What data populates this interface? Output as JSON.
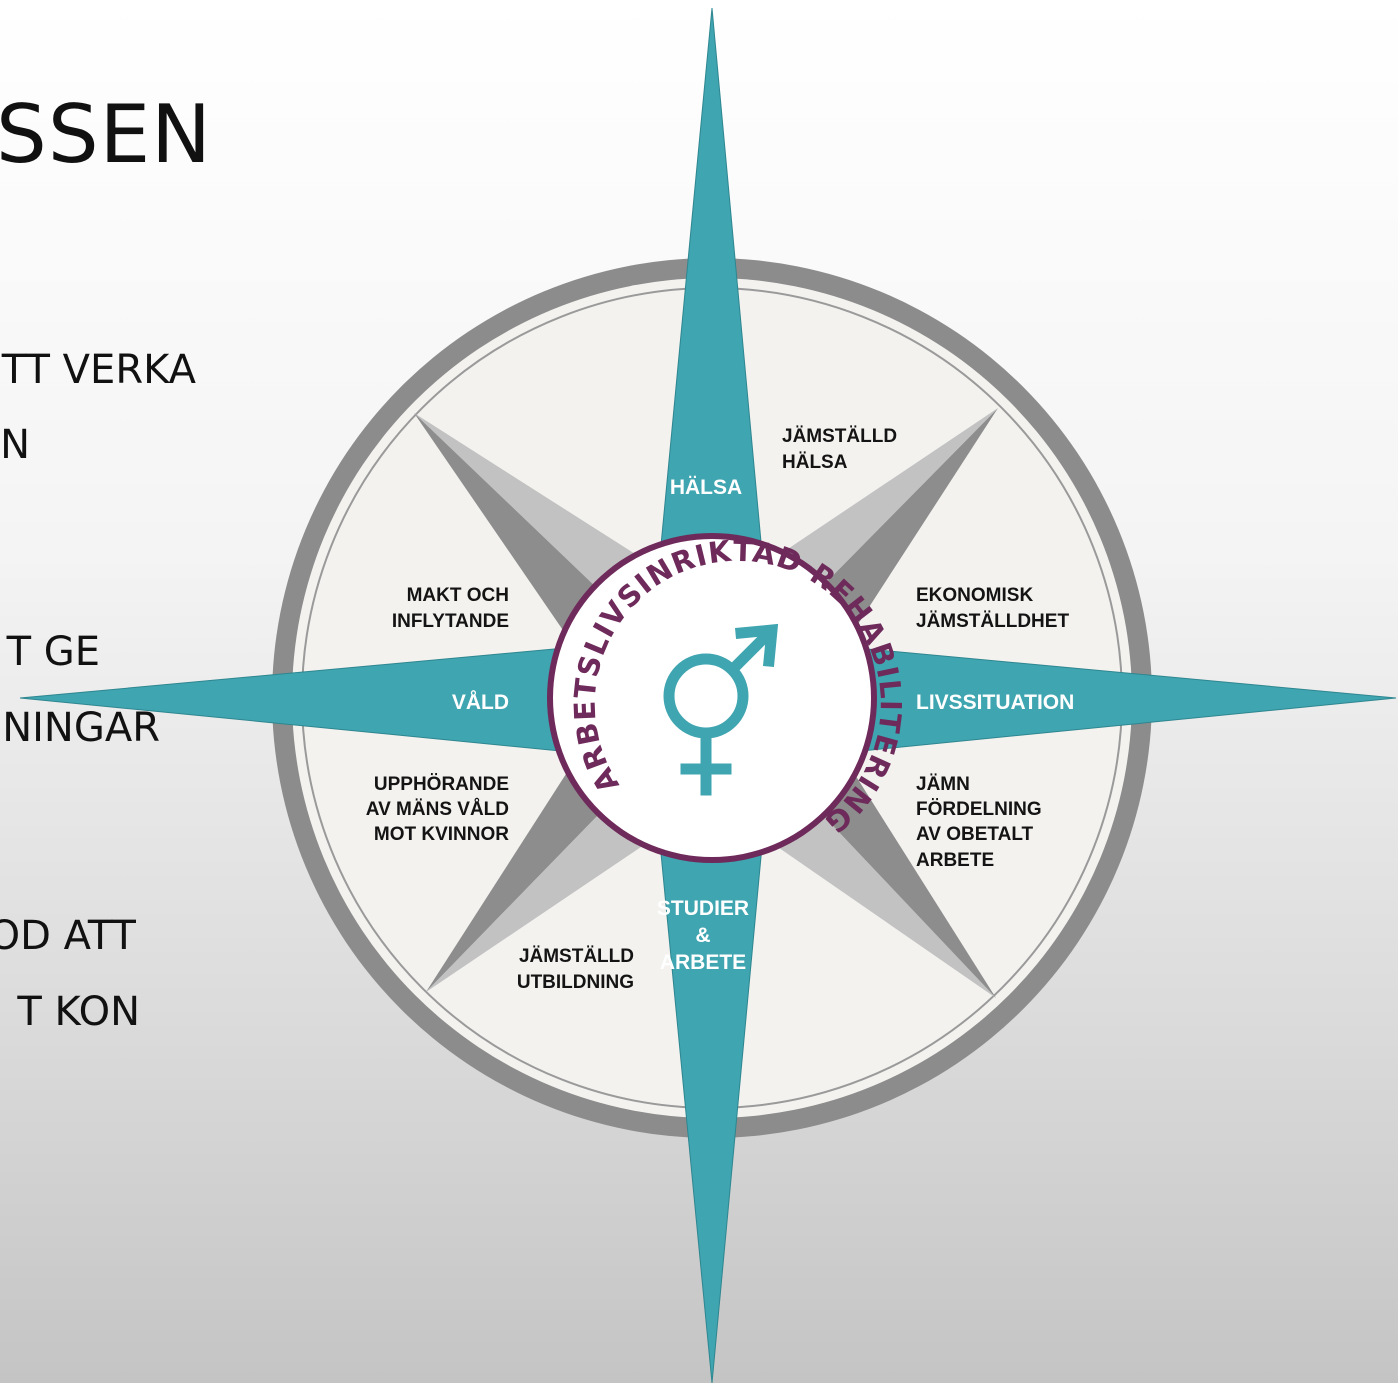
{
  "slide": {
    "title": "ASSEN",
    "lines": [
      {
        "text": "TT VERKA"
      },
      {
        "text": "N"
      },
      {
        "text": "T GE"
      },
      {
        "text": "NINGAR"
      },
      {
        "text": "ÖD ATT"
      },
      {
        "text": "T KÖN"
      }
    ]
  },
  "compass": {
    "center_ring_text": "ARBETSLIVSINRIKTAD REHABILITERING",
    "center_icon": "gender-symbol-icon",
    "main_points": {
      "north": "HÄLSA",
      "east": "LIVSSITUATION",
      "west": "VÅLD",
      "south": [
        "STUDIER",
        "&",
        "ARBETE"
      ]
    },
    "segments": {
      "ne_top": [
        "JÄMSTÄLLD",
        "HÄLSA"
      ],
      "ne_bottom": [
        "EKONOMISK",
        "JÄMSTÄLLDHET"
      ],
      "nw": [
        "MAKT OCH",
        "INFLYTANDE"
      ],
      "sw": [
        "UPPHÖRANDE",
        "AV MÄNS VÅLD",
        "MOT KVINNOR"
      ],
      "se": [
        "JÄMN",
        "FÖRDELNING",
        "AV OBETALT",
        "ARBETE"
      ],
      "s_left": [
        "JÄMSTÄLLD",
        "UTBILDNING"
      ]
    },
    "colors": {
      "teal": "#3fa5b0",
      "purple": "#6e2a5a",
      "ring_gray": "#8c8c8c",
      "ray_dark": "#8d8d8d",
      "ray_light": "#c2c2c2",
      "disc_fill": "#f3f2ef"
    }
  }
}
